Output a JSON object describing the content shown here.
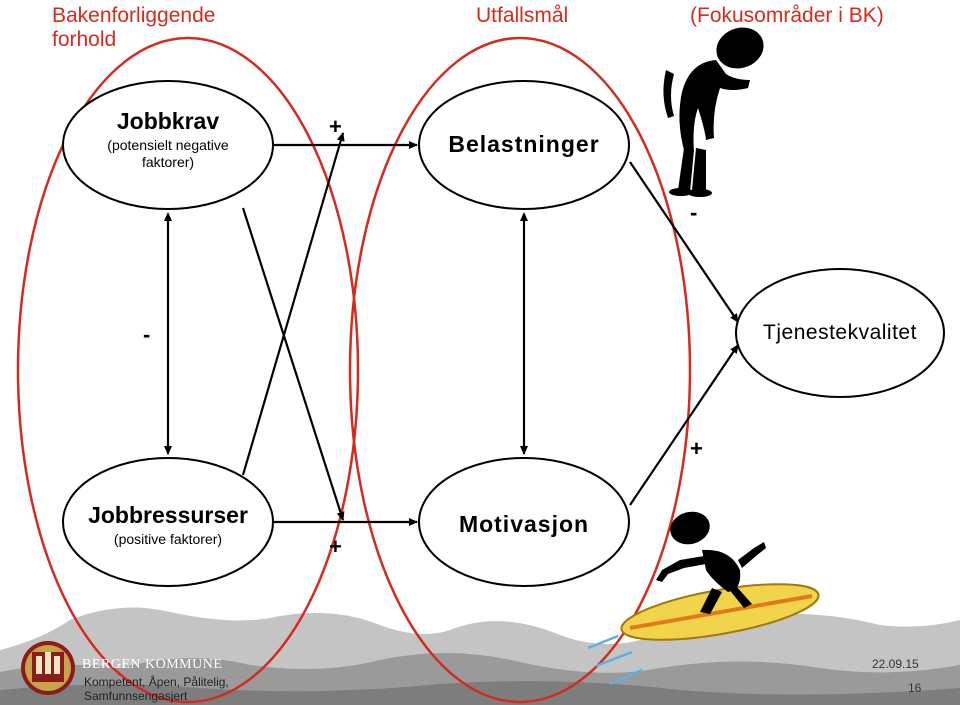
{
  "headers": {
    "left": "Bakenforliggende forhold",
    "middle": "Utfallsmål",
    "right": "(Fokusområder i BK)"
  },
  "nodes": {
    "jobbkrav": {
      "title": "Jobbkrav",
      "subtitle": "(potensielt negative faktorer)"
    },
    "jobbressurser": {
      "title": "Jobbressurser",
      "subtitle": "(positive faktorer)"
    },
    "belastninger": {
      "title": "Belastninger"
    },
    "motivasjon": {
      "title": "Motivasjon"
    },
    "tjenestekvalitet": {
      "title": "Tjenestekvalitet"
    }
  },
  "signs": {
    "krav_to_belast": "+",
    "ress_to_motiv": "+",
    "krav_ress_link": "-",
    "belast_to_tjeneste": "-",
    "motiv_to_tjeneste": "+"
  },
  "footer": {
    "org_name": "BERGEN KOMMUNE",
    "tagline": "Kompetent, Åpen, Pålitelig, Samfunnsengasjert",
    "date": "22.09.15",
    "page": "16"
  },
  "colors": {
    "accent_red": "#d42b1e",
    "surfboard": "#f2d44a",
    "surf_stripe": "#e07a1a",
    "mountains": "#a9a9a9"
  }
}
